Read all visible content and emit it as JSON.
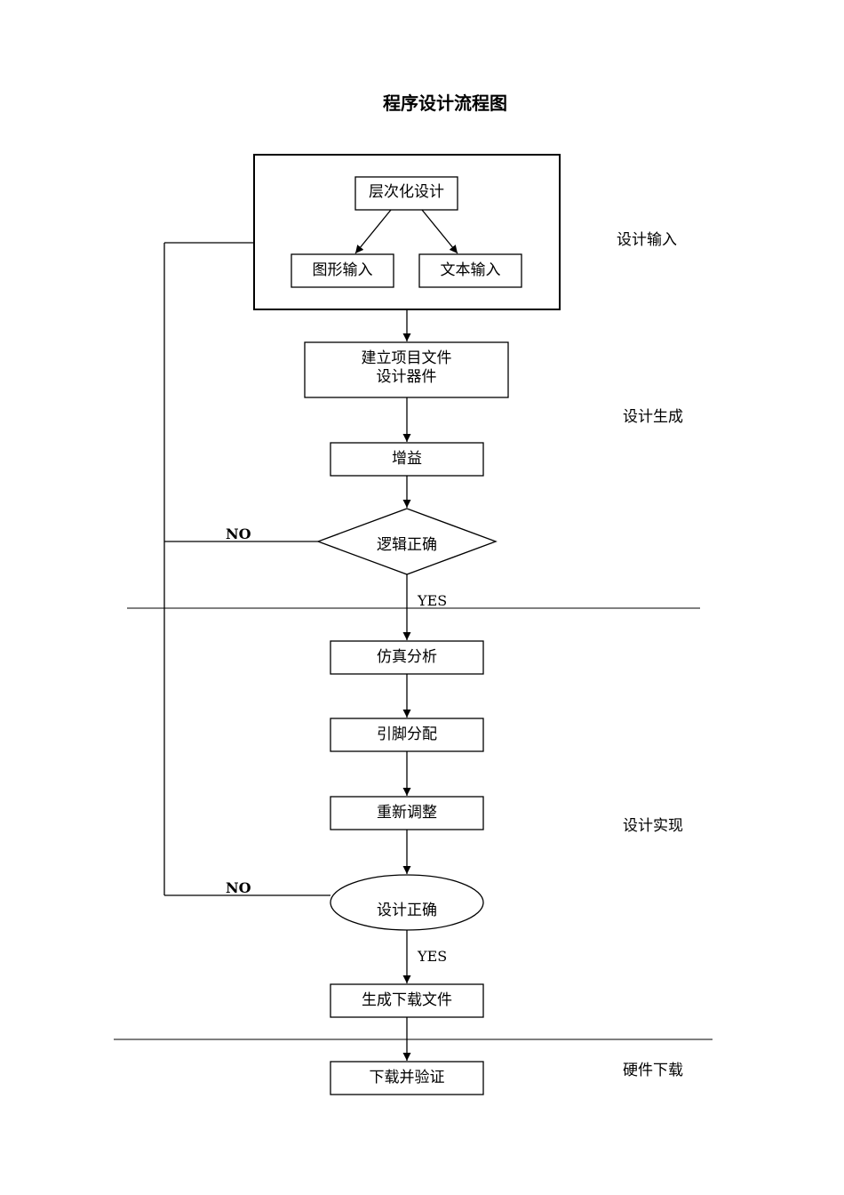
{
  "title": "程序设计流程图",
  "nodes": {
    "hierarchical_design": "层次化设计",
    "graphic_input": "图形输入",
    "text_input": "文本输入",
    "create_project_line1": "建立项目文件",
    "create_project_line2": "设计器件",
    "gain": "增益",
    "logic_correct": "逻辑正确",
    "simulation": "仿真分析",
    "pin_assignment": "引脚分配",
    "readjust": "重新调整",
    "design_correct": "设计正确",
    "generate_download_file": "生成下载文件",
    "download_verify": "下载并验证"
  },
  "stages": {
    "design_input": "设计输入",
    "design_generation": "设计生成",
    "design_implementation": "设计实现",
    "hardware_download": "硬件下载"
  },
  "branch_labels": {
    "no_1": "NO",
    "yes_1": "YES",
    "no_2": "NO",
    "yes_2": "YES"
  }
}
